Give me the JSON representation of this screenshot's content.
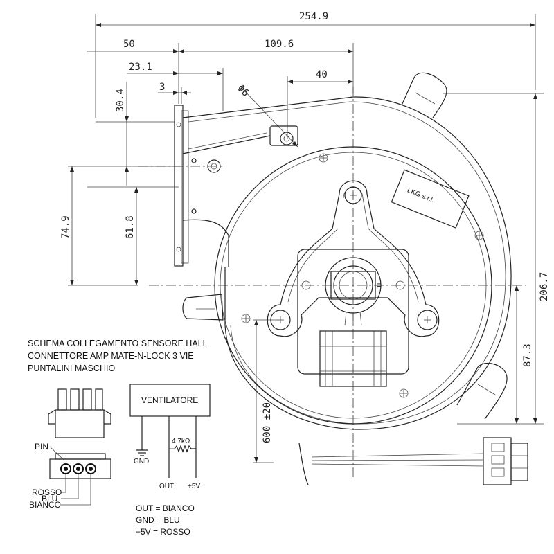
{
  "dimensions": {
    "overall_width": "254.9",
    "left_offset": "50",
    "center_to_right": "109.6",
    "flange_offset": "23.1",
    "flange_thickness": "3",
    "hole_offset": "40",
    "hole_diameter": "Φ6",
    "upper_height": "30.4",
    "outlet_height": "74.9",
    "outlet_center": "61.8",
    "total_height": "206.7",
    "lower_height": "87.3",
    "cable_length": "600 ±20"
  },
  "nameplate": "LKG s.r.l.",
  "motor_mark": "E",
  "wiring": {
    "title_lines": [
      "SCHEMA COLLEGAMENTO SENSORE HALL",
      "CONNETTORE AMP MATE-N-LOCK 3 VIE",
      "PUNTALINI MASCHIO"
    ],
    "box_label": "VENTILATORE",
    "resistor_label": "4.7kΩ",
    "terminals": {
      "gnd": "GND",
      "out": "OUT",
      "vcc": "+5V"
    },
    "pin_label": "PIN",
    "pin_colors": [
      "ROSSO",
      "BLU",
      "BIANCO"
    ],
    "legend": [
      "OUT = BIANCO",
      "GND = BLU",
      "+5V  = ROSSO"
    ]
  }
}
